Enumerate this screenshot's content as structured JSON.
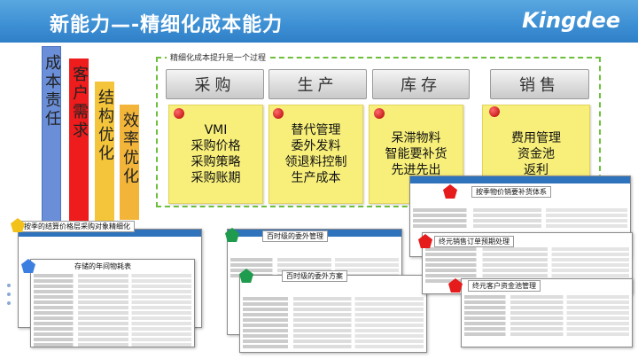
{
  "header": {
    "title": "新能力—-精细化成本能力",
    "logo": "Kingdee"
  },
  "left_bars": [
    {
      "label": "成本责任",
      "color": "#6a8fd8"
    },
    {
      "label": "客户需求",
      "color": "#ee1c1c"
    },
    {
      "label": "结构优化",
      "color": "#f4c43a"
    },
    {
      "label": "效率优化",
      "color": "#f2b53a"
    }
  ],
  "process": {
    "caption": "精细化成本提升是一个过程",
    "columns": [
      {
        "title": "采购",
        "items": [
          "VMI",
          "采购价格",
          "采购策略",
          "采购账期"
        ]
      },
      {
        "title": "生产",
        "items": [
          "替代管理",
          "委外发料",
          "领退料控制",
          "生产成本"
        ]
      },
      {
        "title": "库存",
        "items": [
          "呆滞物料",
          "智能要补货",
          "先进先出"
        ]
      },
      {
        "title": "销售",
        "items": [
          "费用管理",
          "资金池",
          "返利"
        ]
      }
    ]
  },
  "screenshots": [
    {
      "caption": "按季的结算价格层采购对象精细化",
      "marker_color": "#f2c21b"
    },
    {
      "caption": "存储的年间物耗表",
      "marker_color": "#3d7fe0"
    },
    {
      "caption": "百时级的委外管理",
      "marker_color": "#1e9b4c"
    },
    {
      "caption": "百时级的委外方案",
      "marker_color": "#1e9b4c"
    },
    {
      "caption": "按季物价销要补货体系",
      "marker_color": "#e61b1b"
    },
    {
      "caption": "终元销售订单预期处理",
      "marker_color": "#e61b1b"
    },
    {
      "caption": "终元客户资金池管理",
      "marker_color": "#e61b1b"
    }
  ]
}
